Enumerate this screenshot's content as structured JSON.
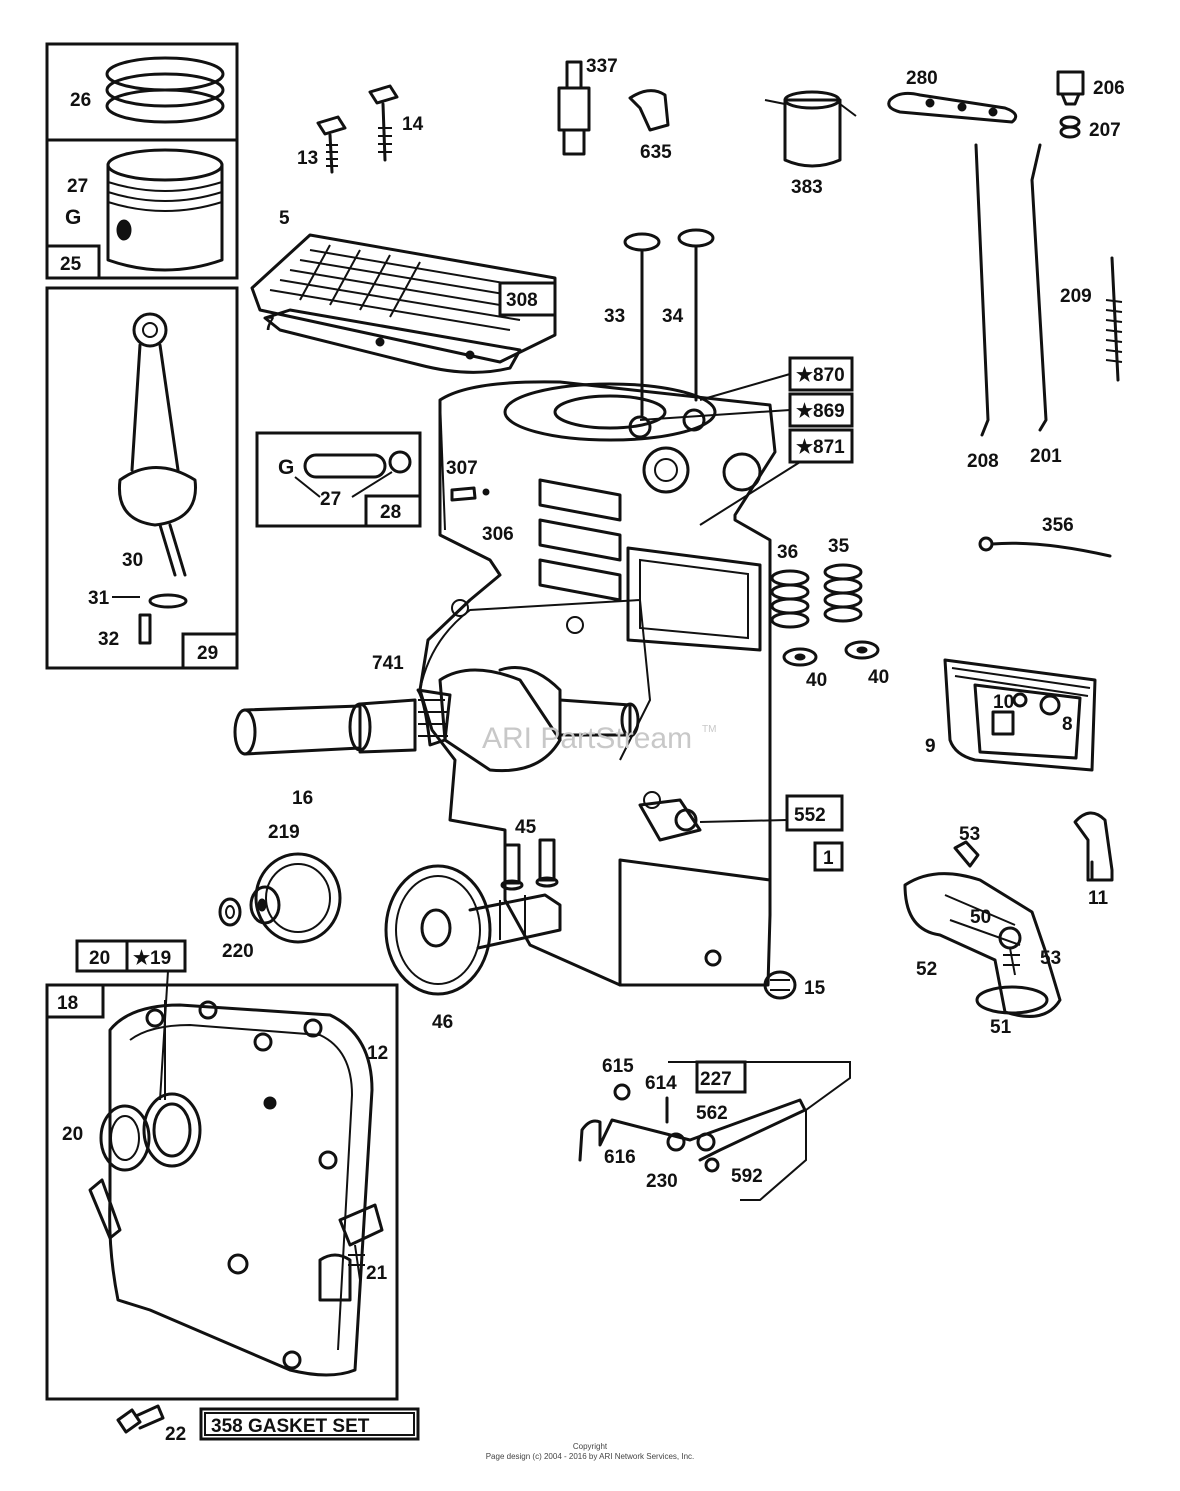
{
  "watermark": "ARI PartStream",
  "watermark_tm": "TM",
  "copyright": {
    "line1": "Copyright",
    "line2": "Page design (c) 2004 - 2016 by ARI Network Services, Inc."
  },
  "gasket_set_label": "358 GASKET SET",
  "callouts": {
    "p26": "26",
    "p27a": "27",
    "p27g": "G",
    "p25": "25",
    "p30": "30",
    "p31": "31",
    "p32": "32",
    "p29": "29",
    "p28": "28",
    "p27b": "27",
    "p13": "13",
    "p14": "14",
    "p5": "5",
    "p7": "7",
    "p308": "308",
    "p337": "337",
    "p635": "635",
    "p383": "383",
    "p280": "280",
    "p206": "206",
    "p207": "207",
    "p209": "209",
    "p208": "208",
    "p201": "201",
    "p33": "33",
    "p34": "34",
    "p870": "★870",
    "p869": "★869",
    "p871": "★871",
    "p307": "307",
    "p306": "306",
    "p36": "36",
    "p35": "35",
    "p40a": "40",
    "p40b": "40",
    "p356": "356",
    "p741": "741",
    "p16": "16",
    "p552": "552",
    "p1": "1",
    "p45": "45",
    "p219": "219",
    "p220": "220",
    "p46": "46",
    "p15": "15",
    "p10": "10",
    "p8": "8",
    "p9": "9",
    "p11": "11",
    "p53a": "53",
    "p50": "50",
    "p53b": "53",
    "p52": "52",
    "p51": "51",
    "p20a": "20",
    "p19": "★19",
    "p18": "18",
    "p12": "12",
    "p20b": "20",
    "p21": "21",
    "p22": "22",
    "p615": "615",
    "p614": "614",
    "p227": "227",
    "p562": "562",
    "p616": "616",
    "p230": "230",
    "p592": "592"
  }
}
